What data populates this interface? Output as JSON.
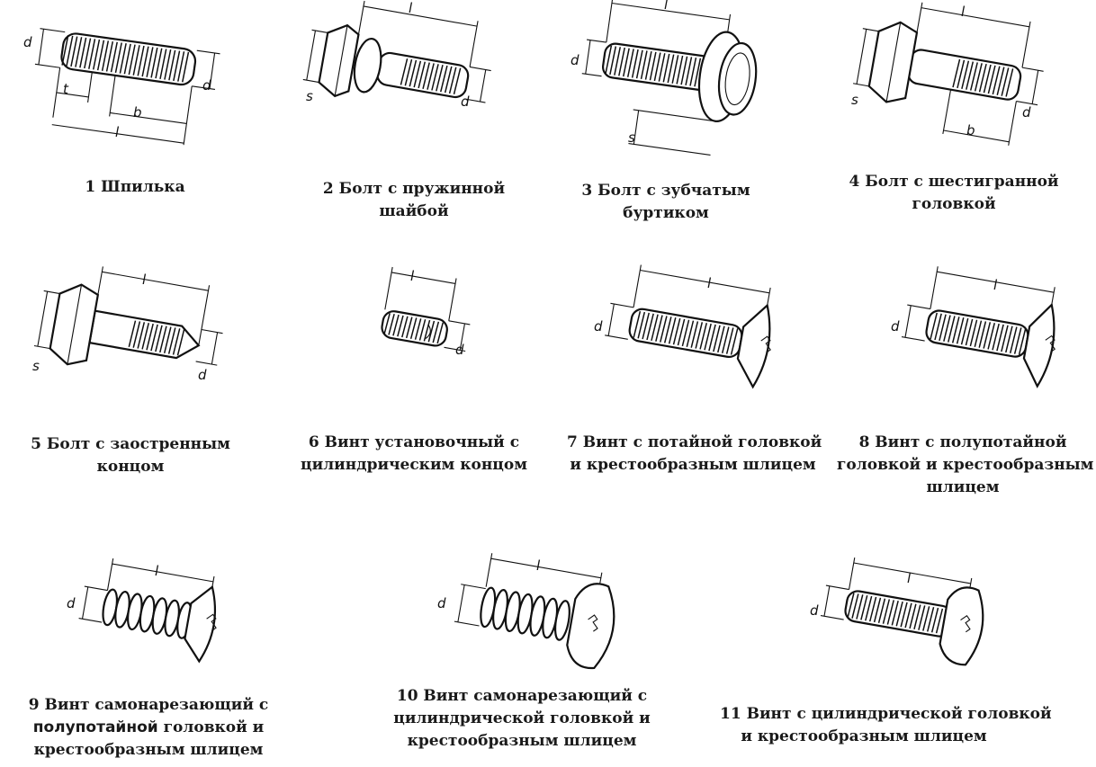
{
  "items": [
    {
      "caption": [
        "1 Шпилька"
      ]
    },
    {
      "caption": [
        "2 Болт с пружинной",
        "шайбой"
      ]
    },
    {
      "caption": [
        "3 Болт с зубчатым",
        "буртиком"
      ]
    },
    {
      "caption": [
        "4 Болт с шестигранной",
        "головкой"
      ]
    },
    {
      "caption": [
        "5 Болт с заостренным",
        "концом"
      ]
    },
    {
      "caption": [
        "6 Винт установочный с",
        "цилиндрическим концом"
      ]
    },
    {
      "caption": [
        "7 Винт с потайной головкой",
        "и крестообразным шлицем"
      ]
    },
    {
      "caption": [
        "8 Винт с полупотайной",
        "головкой и крестообразным",
        "шлицем"
      ]
    },
    {
      "caption_parts": [
        "9 Винт самонарезающий с",
        "полупотайной",
        "головкой и",
        "крестообразным шлицем"
      ]
    },
    {
      "caption": [
        "10 Винт самонарезающий с",
        "цилиндрической головкой и",
        "крестообразным шлицем"
      ]
    },
    {
      "caption": [
        "11 Винт с цилиндрической головкой",
        "и крестообразным шлицем"
      ]
    }
  ],
  "dimension_labels": {
    "d": "d",
    "l": "l",
    "b": "b",
    "s": "s"
  },
  "colors": {
    "ink": "#111111",
    "background": "#ffffff"
  }
}
